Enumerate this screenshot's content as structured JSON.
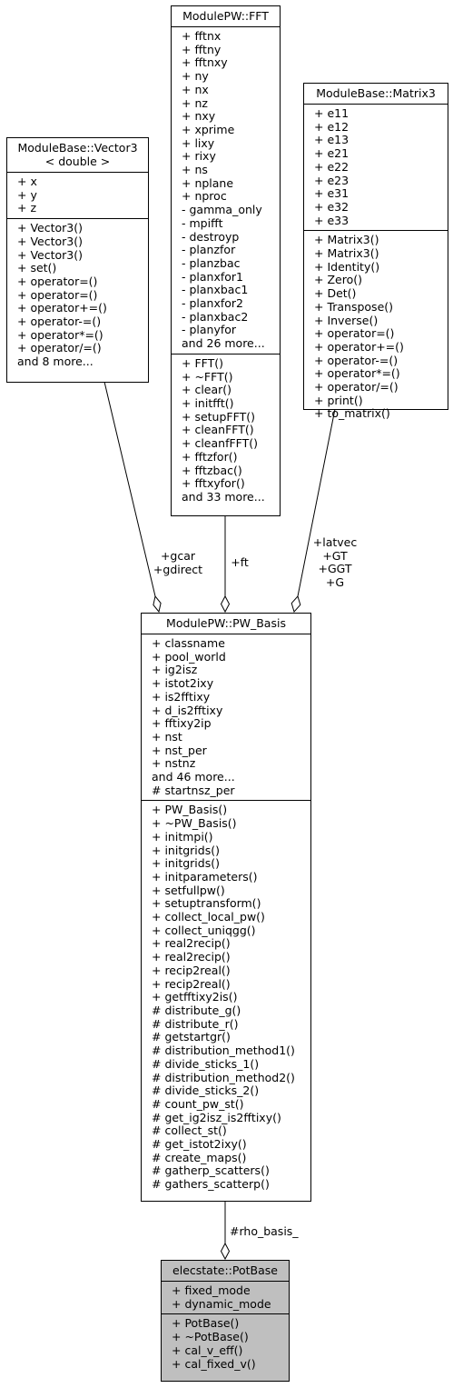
{
  "classes": [
    {
      "key": "vector3",
      "title": [
        "ModuleBase::Vector3",
        "< double >"
      ],
      "attributes": [
        "+ x",
        "+ y",
        "+ z"
      ],
      "methods": [
        "+ Vector3()",
        "+ Vector3()",
        "+ Vector3()",
        "+ set()",
        "+ operator=()",
        "+ operator=()",
        "+ operator+=()",
        "+ operator-=()",
        "+ operator*=()",
        "+ operator/=()",
        "and 8 more..."
      ]
    },
    {
      "key": "fft",
      "title": [
        "ModulePW::FFT"
      ],
      "attributes": [
        "+ fftnx",
        "+ fftny",
        "+ fftnxy",
        "+ ny",
        "+ nx",
        "+ nz",
        "+ nxy",
        "+ xprime",
        "+ lixy",
        "+ rixy",
        "+ ns",
        "+ nplane",
        "+ nproc",
        "- gamma_only",
        "- mpifft",
        "- destroyp",
        "- planzfor",
        "- planzbac",
        "- planxfor1",
        "- planxbac1",
        "- planxfor2",
        "- planxbac2",
        "- planyfor",
        "and 26 more..."
      ],
      "methods": [
        "+ FFT()",
        "+ ~FFT()",
        "+ clear()",
        "+ initfft()",
        "+ setupFFT()",
        "+ cleanFFT()",
        "+ cleanfFFT()",
        "+ fftzfor()",
        "+ fftzbac()",
        "+ fftxyfor()",
        "and 33 more..."
      ]
    },
    {
      "key": "matrix3",
      "title": [
        "ModuleBase::Matrix3"
      ],
      "attributes": [
        "+ e11",
        "+ e12",
        "+ e13",
        "+ e21",
        "+ e22",
        "+ e23",
        "+ e31",
        "+ e32",
        "+ e33"
      ],
      "methods": [
        "+ Matrix3()",
        "+ Matrix3()",
        "+ Identity()",
        "+ Zero()",
        "+ Det()",
        "+ Transpose()",
        "+ Inverse()",
        "+ operator=()",
        "+ operator+=()",
        "+ operator-=()",
        "+ operator*=()",
        "+ operator/=()",
        "+ print()",
        "+ to_matrix()"
      ]
    },
    {
      "key": "pwbasis",
      "title": [
        "ModulePW::PW_Basis"
      ],
      "attributes": [
        "+ classname",
        "+ pool_world",
        "+ ig2isz",
        "+ istot2ixy",
        "+ is2fftixy",
        "+ d_is2fftixy",
        "+ fftixy2ip",
        "+ nst",
        "+ nst_per",
        "+ nstnz",
        "and 46 more...",
        "# startnsz_per"
      ],
      "methods": [
        "+ PW_Basis()",
        "+ ~PW_Basis()",
        "+ initmpi()",
        "+ initgrids()",
        "+ initgrids()",
        "+ initparameters()",
        "+ setfullpw()",
        "+ setuptransform()",
        "+ collect_local_pw()",
        "+ collect_uniqgg()",
        "+ real2recip()",
        "+ real2recip()",
        "+ recip2real()",
        "+ recip2real()",
        "+ getfftixy2is()",
        "# distribute_g()",
        "# distribute_r()",
        "# getstartgr()",
        "# distribution_method1()",
        "# divide_sticks_1()",
        "# distribution_method2()",
        "# divide_sticks_2()",
        "# count_pw_st()",
        "# get_ig2isz_is2fftixy()",
        "# collect_st()",
        "# get_istot2ixy()",
        "# create_maps()",
        "# gatherp_scatters()",
        "# gathers_scatterp()"
      ]
    },
    {
      "key": "potbase",
      "title": [
        "elecstate::PotBase"
      ],
      "attributes": [
        "+ fixed_mode",
        "+ dynamic_mode"
      ],
      "methods": [
        "+ PotBase()",
        "+ ~PotBase()",
        "+ cal_v_eff()",
        "+ cal_fixed_v()"
      ]
    }
  ],
  "edges": [
    {
      "key": "vec",
      "label": [
        "+gcar",
        "+gdirect"
      ]
    },
    {
      "key": "fft",
      "label": [
        "+ft"
      ]
    },
    {
      "key": "mat",
      "label": [
        "+latvec",
        "+GT",
        "+GGT",
        "+G"
      ]
    },
    {
      "key": "rho",
      "label": [
        "#rho_basis_"
      ]
    }
  ]
}
